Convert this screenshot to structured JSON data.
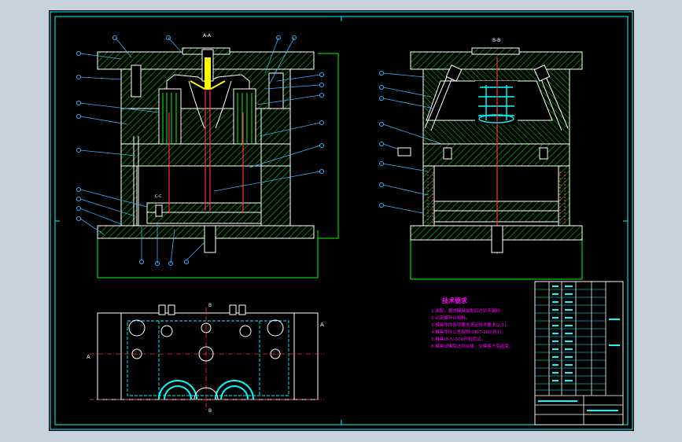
{
  "view_labels": {
    "front_section": "A-A",
    "side_section": "B-B",
    "small_section": "C-C",
    "plan_mark_a_left": "A",
    "plan_mark_a_right": "A",
    "plan_mark_b": "B",
    "plan_mark_b_bottom": "B"
  },
  "notes": {
    "title": "技术要求",
    "items": [
      "1.装配，要求模具装配后达到不漏料。",
      "2.动定模开合顺畅。",
      "3.模具零件各项要求满足技术要求(2/1)。",
      "4.模具零件公差按照(GB/T-200)执行。",
      "5.模具LT-7/-500开机调试。",
      "6.模具试模后达到合格，交模客户后结束。"
    ]
  },
  "colors": {
    "background": "#000000",
    "frame": "#00ffff",
    "hatch": "#00ff00",
    "lines": "#ffffff",
    "callout": "#3ab0ff",
    "notes": "#ff00ff",
    "highlight": "#ffff00"
  }
}
